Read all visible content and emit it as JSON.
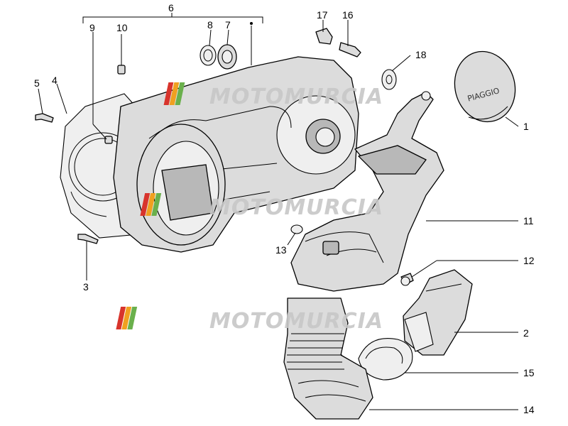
{
  "diagram": {
    "callouts": [
      "1",
      "2",
      "3",
      "4",
      "5",
      "6",
      "7",
      "8",
      "9",
      "10",
      "11",
      "12",
      "13",
      "14",
      "15",
      "16",
      "17",
      "18"
    ],
    "watermark": "MOTOMURCIA",
    "cover_logo": "PIAGGIO",
    "colors": {
      "stripe_red": "#d8342c",
      "stripe_orange": "#f0a020",
      "stripe_green": "#6ab04c",
      "watermark_gray": "#c7c7c7"
    }
  }
}
